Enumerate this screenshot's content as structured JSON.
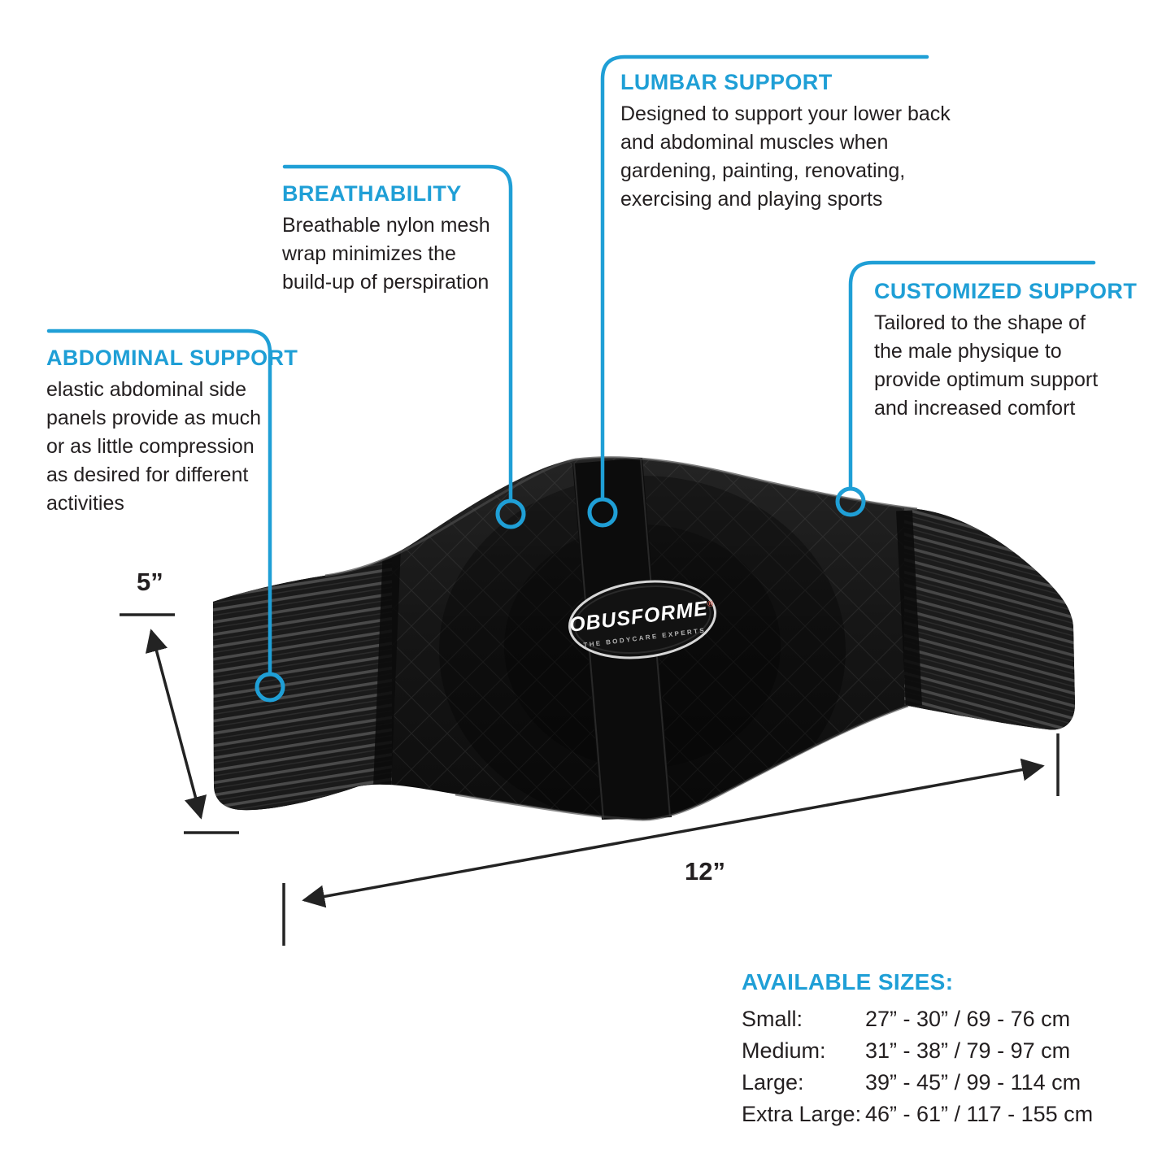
{
  "colors": {
    "accent": "#1f9fd6",
    "text": "#231f20",
    "belt": "#161616"
  },
  "callouts": {
    "abdominal": {
      "title": "ABDOMINAL SUPPORT",
      "body": "elastic abdominal side\npanels provide as much\nor as little compression\nas desired for different\nactivities"
    },
    "breathability": {
      "title": "BREATHABILITY",
      "body": "Breathable nylon mesh\nwrap minimizes the\nbuild-up of perspiration"
    },
    "lumbar": {
      "title": "LUMBAR SUPPORT",
      "body": "Designed to support your lower back\nand abdominal muscles when\ngardening, painting, renovating,\nexercising and playing sports"
    },
    "customized": {
      "title": "CUSTOMIZED SUPPORT",
      "body": "Tailored to the shape of\nthe male physique to\nprovide optimum support\nand increased comfort"
    }
  },
  "dimensions": {
    "height_label": "5”",
    "width_label": "12”"
  },
  "sizes": {
    "title": "AVAILABLE SIZES:",
    "rows": [
      {
        "label": "Small:",
        "value": "27” - 30” / 69 - 76 cm"
      },
      {
        "label": "Medium:",
        "value": "31” - 38” / 79 - 97 cm"
      },
      {
        "label": "Large:",
        "value": "39” - 45” / 99 - 114 cm"
      },
      {
        "label": "Extra Large:",
        "value": "46” - 61” / 117 - 155 cm"
      }
    ]
  },
  "product": {
    "logo_title": "OBUSFORME",
    "logo_reg": "®",
    "logo_subtitle": "THE BODYCARE EXPERTS"
  }
}
